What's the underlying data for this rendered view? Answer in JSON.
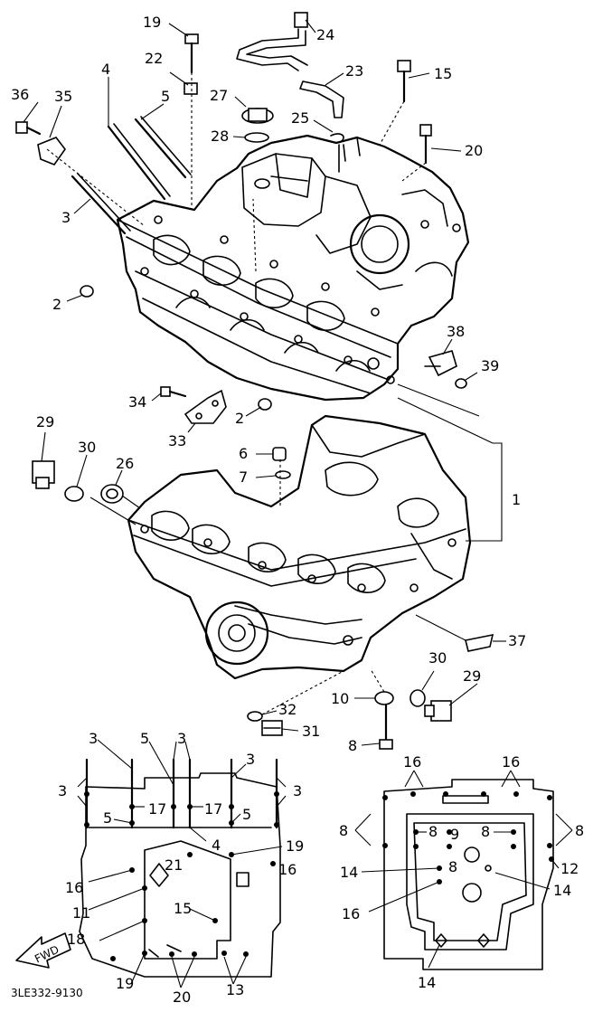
{
  "diagram_code": "3LE332-9130",
  "fwd_label": "FWD",
  "callouts": {
    "c19a": "19",
    "c24": "24",
    "c22": "22",
    "c23": "23",
    "c15": "15",
    "c4": "4",
    "c5": "5",
    "c27": "27",
    "c36": "36",
    "c35": "35",
    "c25": "25",
    "c20": "20",
    "c28": "28",
    "c3": "3",
    "c2a": "2",
    "c38": "38",
    "c39": "39",
    "c34": "34",
    "c2b": "2",
    "c29a": "29",
    "c33": "33",
    "c30a": "30",
    "c26": "26",
    "c6": "6",
    "c7": "7",
    "c1": "1",
    "c37": "37",
    "c30b": "30",
    "c29b": "29",
    "c10": "10",
    "c32": "32",
    "c31": "31",
    "c8": "8"
  },
  "left_inset": {
    "labels": {
      "l3a": "3",
      "l5a": "5",
      "l3b": "3",
      "l3c": "3",
      "l3d": "3",
      "l3e": "3",
      "l5b": "5",
      "l17a": "17",
      "l17b": "17",
      "l5c": "5",
      "l4": "4",
      "l19a": "19",
      "l16a": "16",
      "l16b": "16",
      "l21": "21",
      "l11": "11",
      "l15": "15",
      "l18": "18",
      "l19b": "19",
      "l20": "20",
      "l13": "13"
    }
  },
  "right_inset": {
    "labels": {
      "r16a": "16",
      "r16b": "16",
      "r8a": "8",
      "r8b": "8",
      "r9": "9",
      "r8c": "8",
      "r8d": "8",
      "r14a": "14",
      "r8e": "8",
      "r12": "12",
      "r14b": "14",
      "r16c": "16",
      "r14c": "14"
    }
  }
}
